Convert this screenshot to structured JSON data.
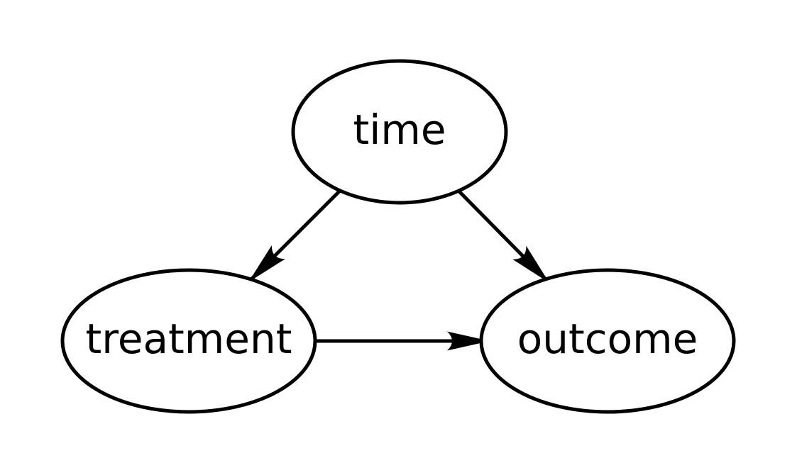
{
  "diagram": {
    "type": "causal-dag",
    "background_color": "#ffffff",
    "stroke_color": "#000000",
    "text_color": "#000000",
    "nodes": [
      {
        "id": "time",
        "label": "time"
      },
      {
        "id": "treatment",
        "label": "treatment"
      },
      {
        "id": "outcome",
        "label": "outcome"
      }
    ],
    "edges": [
      {
        "from": "time",
        "to": "treatment"
      },
      {
        "from": "time",
        "to": "outcome"
      },
      {
        "from": "treatment",
        "to": "outcome"
      }
    ]
  }
}
